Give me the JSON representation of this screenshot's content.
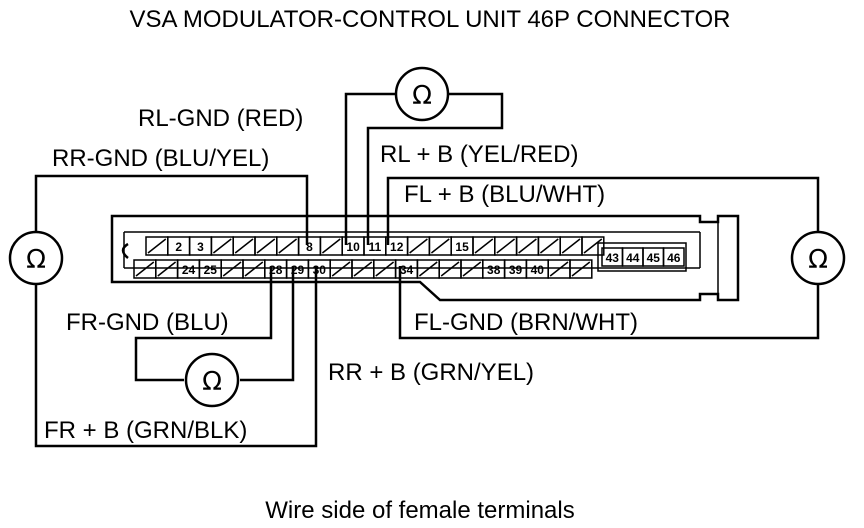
{
  "title": "VSA MODULATOR-CONTROL UNIT 46P CONNECTOR",
  "caption": "Wire side of female terminals",
  "ohm_symbol": "Ω",
  "labels": {
    "rl_gnd": "RL-GND (RED)",
    "rl_b": "RL  + B (YEL/RED)",
    "rr_gnd": "RR-GND (BLU/YEL)",
    "fl_b": "FL  + B (BLU/WHT)",
    "fr_gnd": "FR-GND (BLU)",
    "fl_gnd": "FL-GND (BRN/WHT)",
    "rr_b": "RR  + B (GRN/YEL)",
    "fr_b": "FR  + B (GRN/BLK)"
  },
  "top_row_pins": [
    "",
    "2",
    "3",
    "",
    "",
    "",
    "",
    "8",
    "",
    "10",
    "11",
    "12",
    "",
    "",
    "15",
    "",
    "",
    "",
    "",
    "",
    ""
  ],
  "bottom_row_pins": [
    "",
    "",
    "24",
    "25",
    "",
    "",
    "28",
    "29",
    "30",
    "",
    "",
    "",
    "34",
    "",
    "",
    "",
    "38",
    "39",
    "40",
    "",
    ""
  ],
  "end_pins": [
    "43",
    "44",
    "45",
    "46"
  ]
}
